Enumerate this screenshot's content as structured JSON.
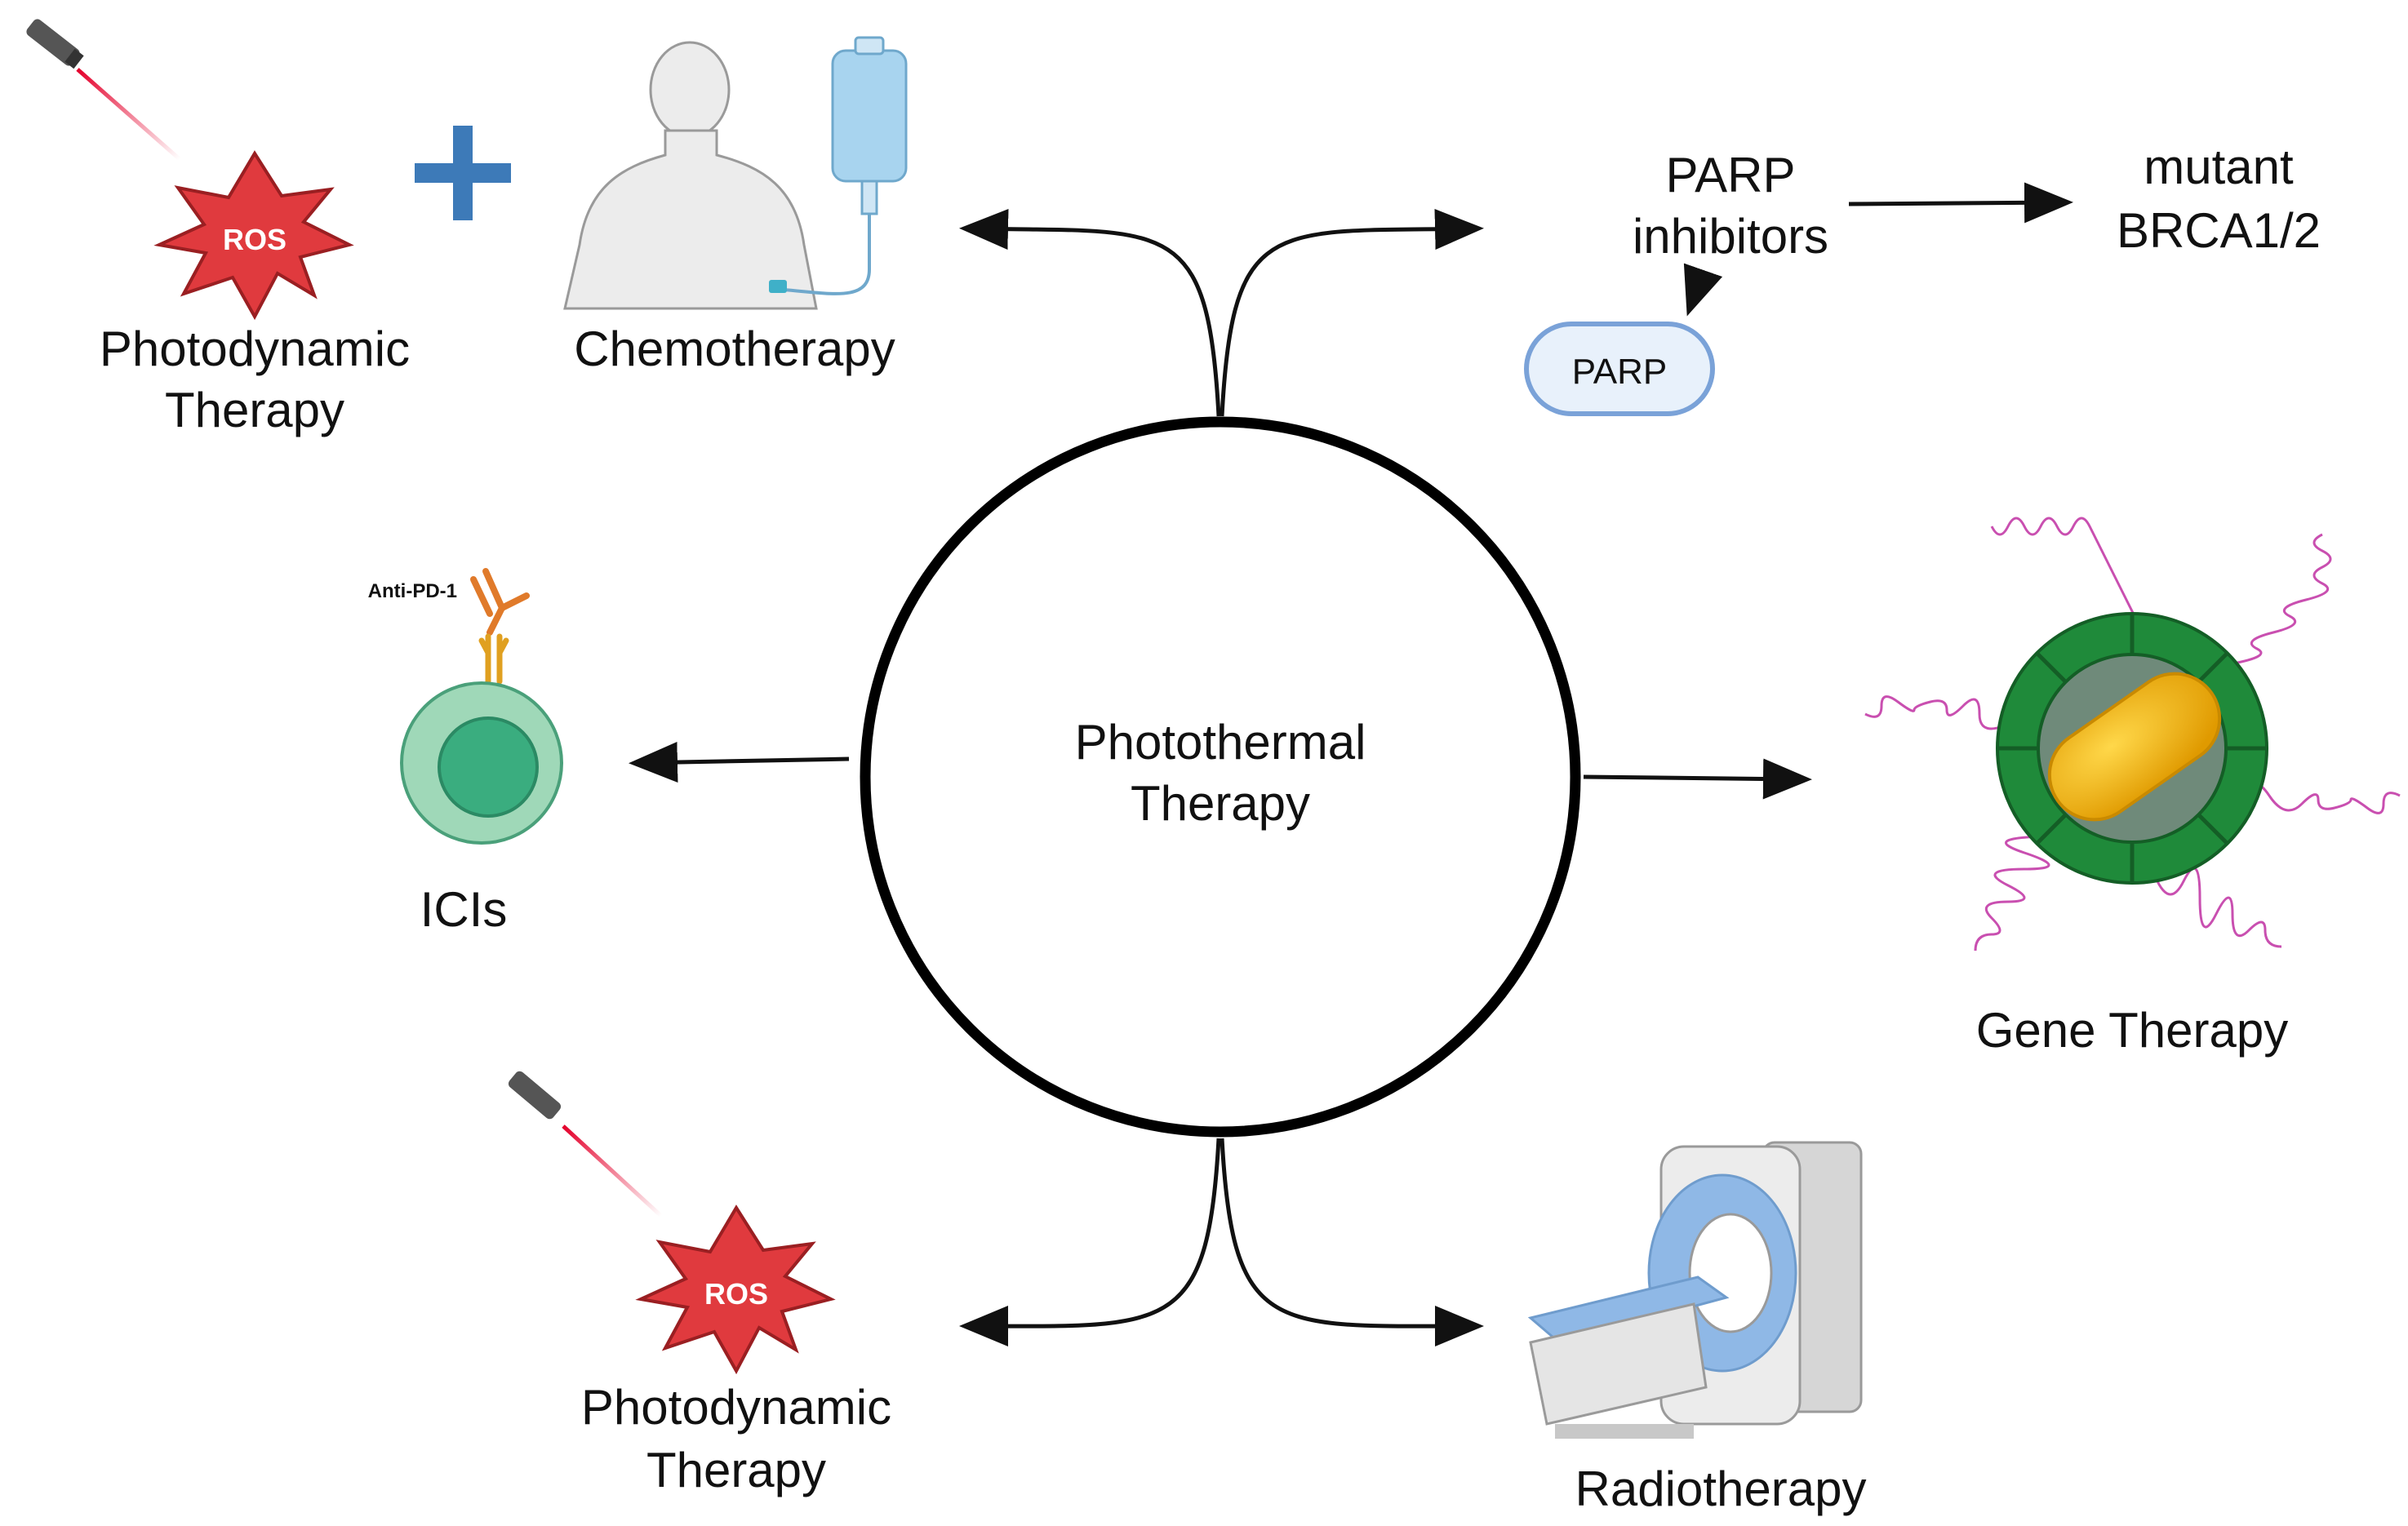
{
  "center": {
    "line1": "Photothermal",
    "line2": "Therapy"
  },
  "top_left": {
    "pdt_line1": "Photodynamic",
    "pdt_line2": "Therapy",
    "ros": "ROS",
    "plus_icon": "plus-icon",
    "chemo_label": "Chemotherapy"
  },
  "top_right": {
    "parp_inhibitors_line1": "PARP",
    "parp_inhibitors_line2": "inhibitors",
    "parp_box": "PARP",
    "target_line1": "mutant",
    "target_line2": "BRCA1/2"
  },
  "left": {
    "antibody_label": "Anti-PD-1",
    "label": "ICIs"
  },
  "right": {
    "label": "Gene Therapy"
  },
  "bottom_left": {
    "ros": "ROS",
    "pdt_line1": "Photodynamic",
    "pdt_line2": "Therapy"
  },
  "bottom_right": {
    "label": "Radiotherapy"
  },
  "colors": {
    "ros_red": "#e03a3e",
    "plus_blue": "#3d7ab8",
    "cell_green": "#3dae7e",
    "gene_green": "#1f8a3a",
    "gene_core": "#f2b516",
    "strand_pink": "#c94fb0",
    "parp_fill": "#e8f1fb",
    "parp_stroke": "#7aa2d8",
    "scanner_blue": "#8fb8e6"
  }
}
